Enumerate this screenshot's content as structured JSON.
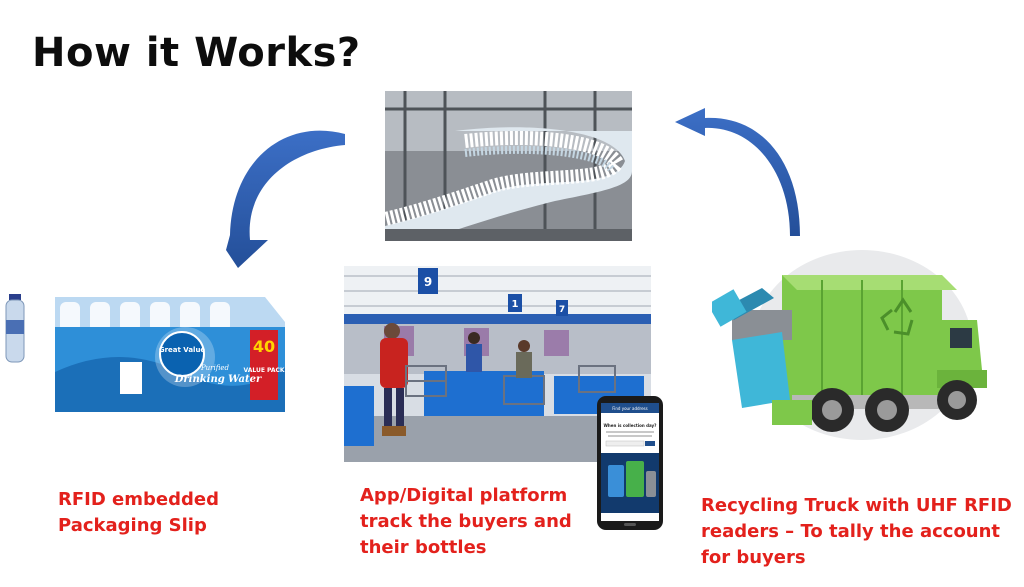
{
  "slide": {
    "title": "How it Works?"
  },
  "steps": [
    {
      "caption": "RFID embedded\nPackaging Slip"
    },
    {
      "caption": "App/Digital platform\ntrack the buyers and\ntheir bottles"
    },
    {
      "caption": "Recycling Truck with UHF RFID\nreaders – To tally the account\nfor buyers"
    }
  ],
  "package_print": {
    "brand": "Great Value",
    "subtitle": "Purified",
    "product": "Drinking Water",
    "count": "40",
    "badge": "VALUE PACK"
  },
  "store_signs": [
    "9",
    "1",
    "7"
  ],
  "phone_screen": {
    "header": "Find your address",
    "question": "When is collection day?"
  },
  "icons": [
    "arrow-curved-icon",
    "recycle-icon"
  ],
  "colors": {
    "caption": "#e3211c",
    "arrow": "#2f5dab",
    "truck": "#7ec84a"
  }
}
